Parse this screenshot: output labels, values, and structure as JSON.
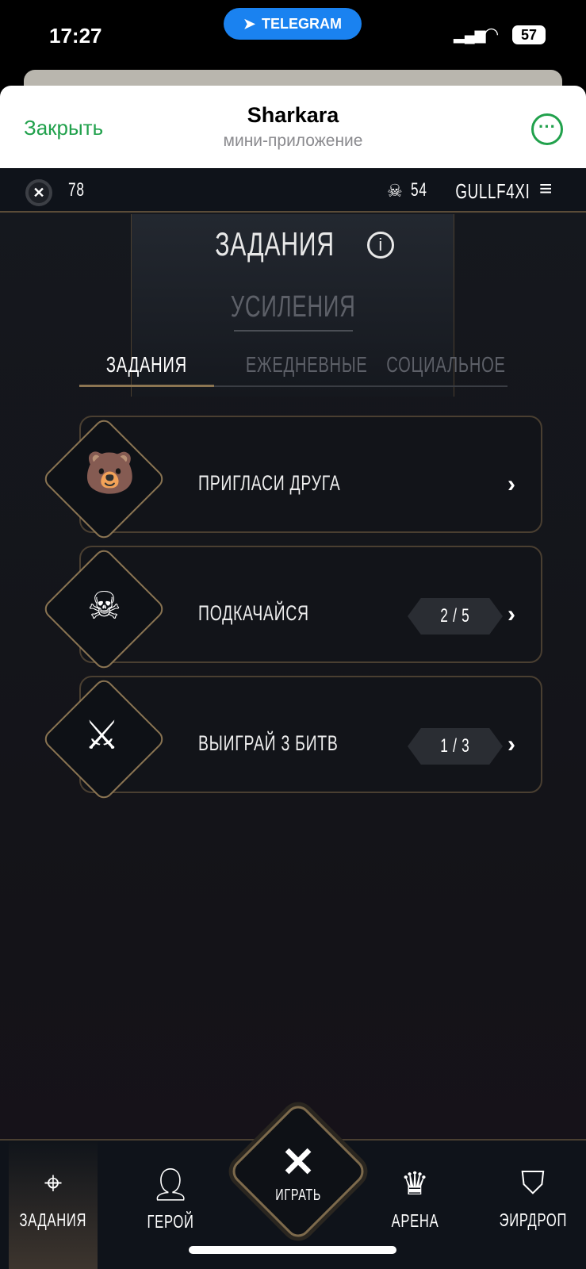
{
  "status": {
    "time": "17:27",
    "pill": "TELEGRAM",
    "battery": "57"
  },
  "telegram": {
    "close": "Закрыть",
    "title": "Sharkara",
    "subtitle": "мини-приложение"
  },
  "topbar": {
    "coins": "78",
    "level": "54",
    "username": "GULLF4XI"
  },
  "page": {
    "title": "ЗАДАНИЯ",
    "boost": "УСИЛЕНИЯ"
  },
  "tabs": [
    "ЗАДАНИЯ",
    "ЕЖЕДНЕВНЫЕ",
    "СОЦИАЛЬНОЕ"
  ],
  "tasks": [
    {
      "label": "ПРИГЛАСИ ДРУГА",
      "icon": "capybara-icon"
    },
    {
      "label": "ПОДКАЧАЙСЯ",
      "progress": "2 / 5",
      "icon": "skull-crown-icon"
    },
    {
      "label": "ВЫИГРАЙ 3 БИТВ",
      "progress": "1 / 3",
      "icon": "crossed-swords-icon"
    }
  ],
  "nav": {
    "tasks": "ЗАДАНИЯ",
    "hero": "ГЕРОЙ",
    "play": "ИГРАТЬ",
    "arena": "АРЕНА",
    "airdrop": "ЭИРДРОП"
  },
  "colors": {
    "accent_gold": "#8a7452",
    "telegram_green": "#21a14c",
    "bg": "#12141a"
  }
}
